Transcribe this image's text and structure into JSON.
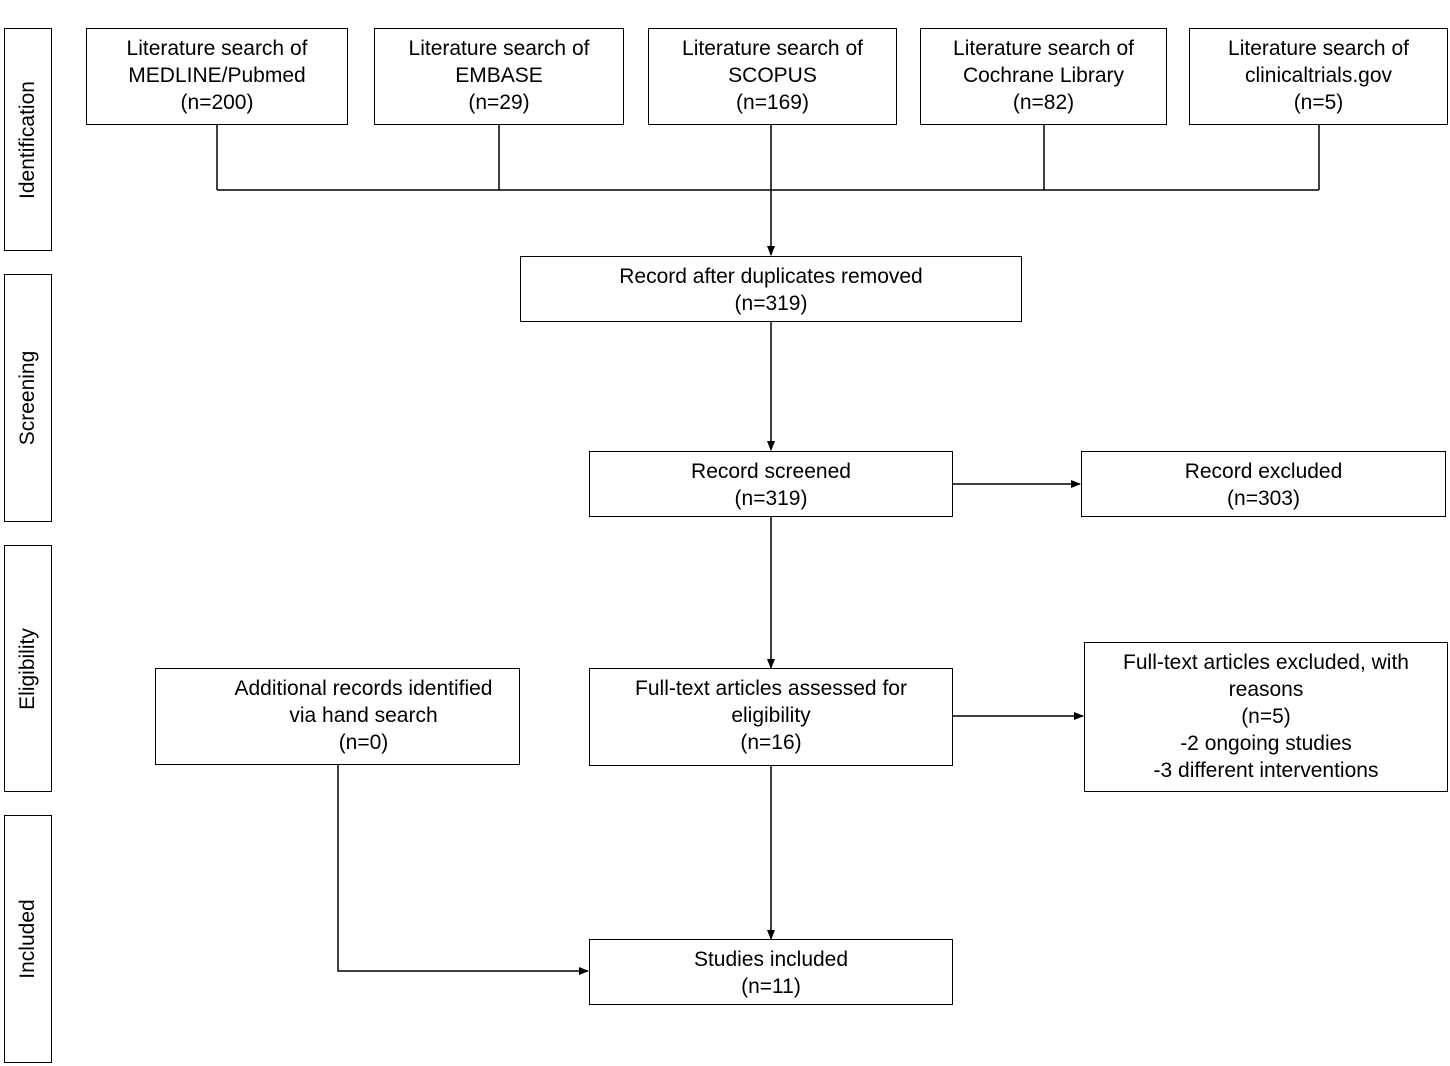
{
  "stages": [
    "Identification",
    "Screening",
    "Eligibility",
    "Included"
  ],
  "sources": [
    {
      "lines": [
        "Literature search of",
        "MEDLINE/Pubmed",
        "(n=200)"
      ]
    },
    {
      "lines": [
        "Literature search of",
        "EMBASE",
        "(n=29)"
      ]
    },
    {
      "lines": [
        "Literature search of",
        "SCOPUS",
        "(n=169)"
      ]
    },
    {
      "lines": [
        "Literature search of",
        "Cochrane Library",
        "(n=82)"
      ]
    },
    {
      "lines": [
        "Literature search of",
        "clinicaltrials.gov",
        "(n=5)"
      ]
    }
  ],
  "duplicates_removed": {
    "lines": [
      "Record after duplicates removed",
      "(n=319)"
    ]
  },
  "screened": {
    "lines": [
      "Record screened",
      "(n=319)"
    ]
  },
  "excluded": {
    "lines": [
      "Record excluded",
      "(n=303)"
    ]
  },
  "additional": {
    "lines": [
      "Additional records identified",
      "via hand search",
      "(n=0)"
    ]
  },
  "full_text_assessed": {
    "lines": [
      "Full-text articles assessed for",
      "eligibility",
      "(n=16)"
    ]
  },
  "full_text_excluded": {
    "lines": [
      "Full-text articles excluded, with",
      "reasons",
      "(n=5)",
      "-2 ongoing studies",
      "-3 different interventions"
    ]
  },
  "included": {
    "lines": [
      "Studies included",
      "(n=11)"
    ]
  }
}
